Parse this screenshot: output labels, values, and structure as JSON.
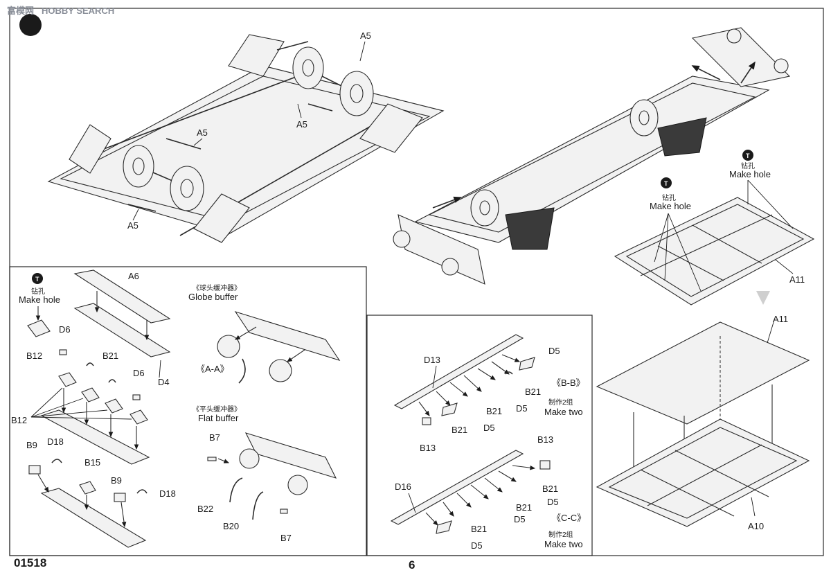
{
  "watermark": {
    "site_cn": "富模网",
    "site_en": "HOBBY SEARCH"
  },
  "page": {
    "number": "6",
    "code": "01518"
  },
  "symbols": {
    "drill": "T"
  },
  "top_left": {
    "part_labels": [
      "A5",
      "A5",
      "A5",
      "A5"
    ]
  },
  "top_right": {
    "drill_cn": "钻孔",
    "drill_en": "Make hole"
  },
  "right_panel": {
    "drill_cn": "钻孔",
    "drill_en": "Make hole",
    "labels": {
      "a11_top": "A11",
      "a11_mid": "A11",
      "a10": "A10"
    }
  },
  "left_panel": {
    "drill_cn": "钻孔",
    "drill_en": "Make hole",
    "labels": {
      "a6": "A6",
      "d4": "D4",
      "b12_a": "B12",
      "d6_a": "D6",
      "b21": "B21",
      "d6_b": "D6",
      "b12_b": "B12",
      "b9_a": "B9",
      "d18_a": "D18",
      "b15": "B15",
      "b9_b": "B9",
      "d18_b": "D18"
    }
  },
  "buffers": {
    "globe_cn": "《球头缓冲器》",
    "globe_en": "Globe buffer",
    "section_aa": "《A-A》",
    "flat_cn": "《平头缓冲器》",
    "flat_en": "Flat buffer",
    "labels": {
      "b7_a": "B7",
      "b22": "B22",
      "b20": "B20",
      "b7_b": "B7"
    }
  },
  "middle_panel": {
    "bb": {
      "title": "《B-B》",
      "note_cn": "制作2组",
      "note_en": "Make two",
      "labels": {
        "d13": "D13",
        "d5_a": "D5",
        "b21_a": "B21",
        "b21_b": "B21",
        "d5_b": "D5",
        "b21_c": "B21",
        "d5_c": "D5",
        "b13": "B13"
      }
    },
    "cc": {
      "title": "《C-C》",
      "note_cn": "制作2组",
      "note_en": "Make two",
      "labels": {
        "b13": "B13",
        "b21_a": "B21",
        "d5_a": "D5",
        "d16": "D16",
        "b21_b": "B21",
        "d5_b": "D5",
        "b21_c": "B21",
        "d5_c": "D5"
      }
    }
  }
}
